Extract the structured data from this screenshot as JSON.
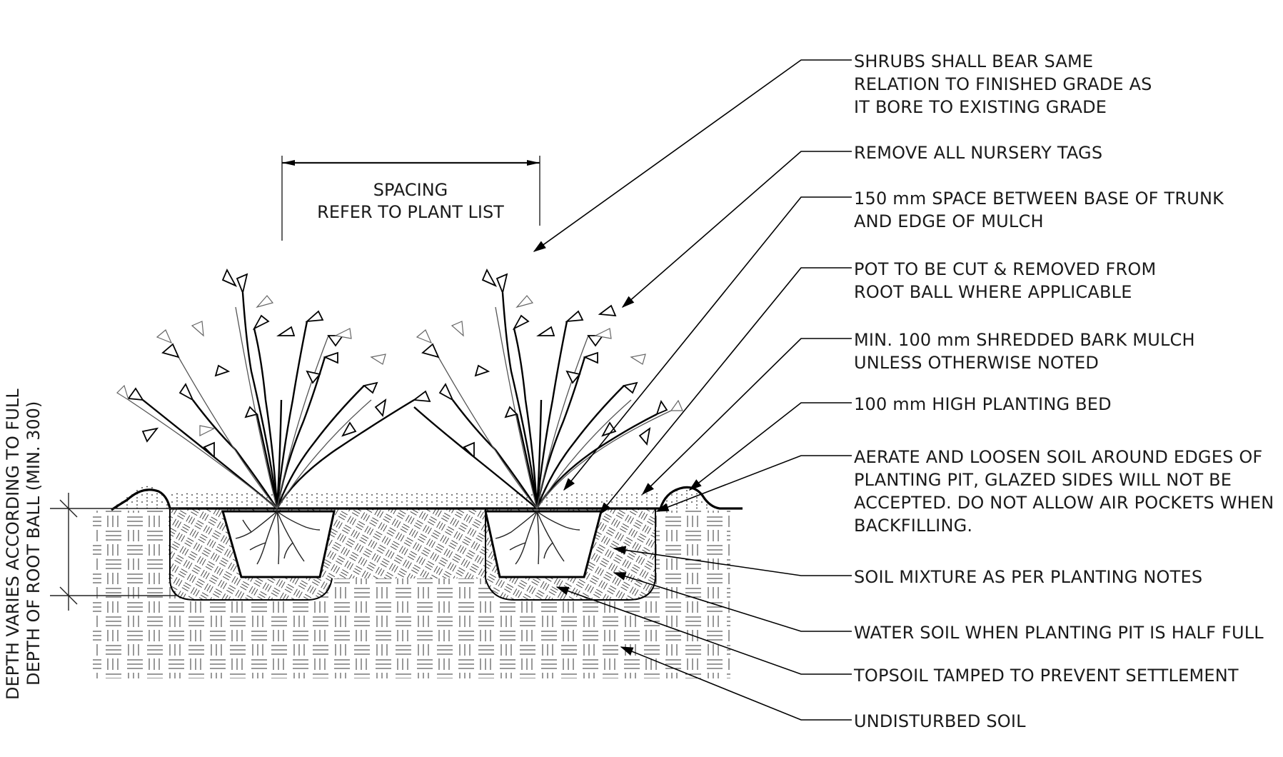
{
  "spacing_label": {
    "line1": "SPACING",
    "line2": "REFER TO PLANT LIST"
  },
  "depth_label": {
    "line1": "DEPTH VARIES ACCORDING TO FULL",
    "line2": "DEPTH OF ROOT BALL (MIN. 300)"
  },
  "callouts": [
    {
      "lines": [
        "SHRUBS SHALL BEAR SAME",
        "RELATION TO FINISHED GRADE AS",
        "IT BORE TO EXISTING GRADE"
      ]
    },
    {
      "lines": [
        "REMOVE ALL NURSERY TAGS"
      ]
    },
    {
      "lines": [
        "150 mm SPACE BETWEEN BASE OF TRUNK",
        "AND EDGE OF MULCH"
      ]
    },
    {
      "lines": [
        "POT TO BE CUT & REMOVED FROM",
        "ROOT BALL WHERE APPLICABLE"
      ]
    },
    {
      "lines": [
        "MIN. 100 mm SHREDDED BARK MULCH",
        "UNLESS OTHERWISE NOTED"
      ]
    },
    {
      "lines": [
        "100 mm HIGH PLANTING BED"
      ]
    },
    {
      "lines": [
        "AERATE AND LOOSEN SOIL AROUND EDGES OF",
        "PLANTING PIT, GLAZED SIDES WILL NOT BE",
        "ACCEPTED. DO NOT ALLOW AIR POCKETS WHEN",
        "BACKFILLING."
      ]
    },
    {
      "lines": [
        "SOIL MIXTURE AS PER PLANTING NOTES"
      ]
    },
    {
      "lines": [
        "WATER SOIL WHEN PLANTING PIT IS HALF FULL"
      ]
    },
    {
      "lines": [
        "TOPSOIL TAMPED TO PREVENT SETTLEMENT"
      ]
    },
    {
      "lines": [
        "UNDISTURBED SOIL"
      ]
    }
  ]
}
